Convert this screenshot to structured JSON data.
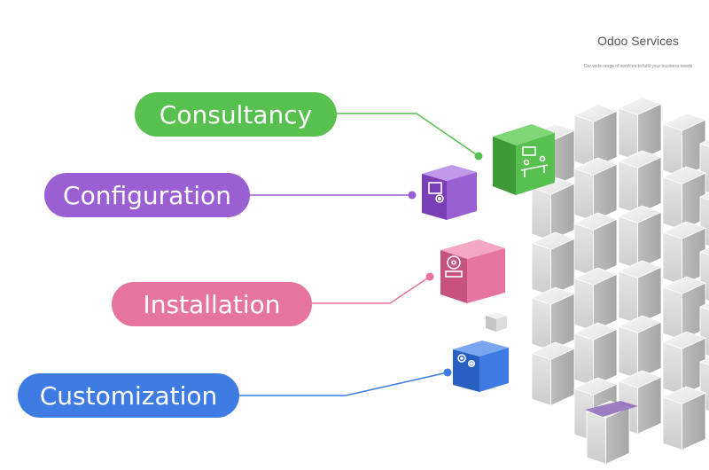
{
  "header": {
    "title": "Odoo Services",
    "subtitle": "Our wide range of services to fulfil your business needs"
  },
  "services": [
    {
      "label": "Consultancy",
      "color": "#58c04f",
      "icon": "meeting-icon"
    },
    {
      "label": "Configuration",
      "color": "#9a5fd3",
      "icon": "settings-screen-icon"
    },
    {
      "label": "Installation",
      "color": "#e5759e",
      "icon": "install-disc-icon"
    },
    {
      "label": "Customization",
      "color": "#3e7be3",
      "icon": "gears-icon"
    }
  ],
  "colors": {
    "cube_light": "#ececec",
    "cube_mid": "#cfcfcf",
    "cube_dark": "#b4b4b4"
  }
}
